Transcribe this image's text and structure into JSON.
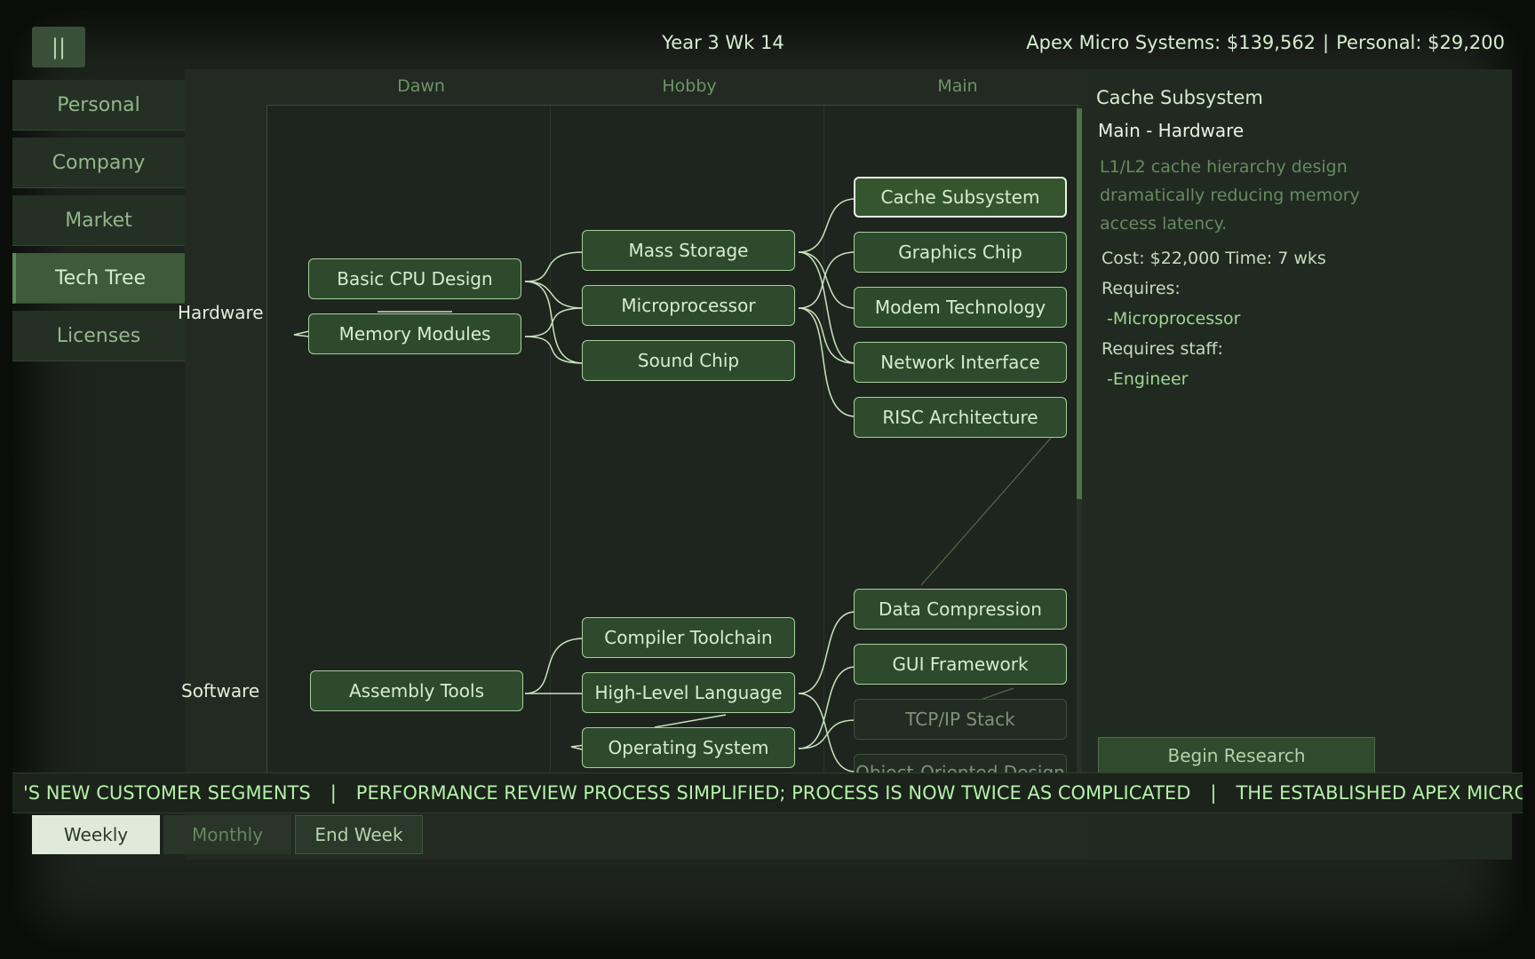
{
  "header": {
    "pause_label": "||",
    "date": "Year 3  Wk 14",
    "company_funds": "Apex Micro Systems: $139,562",
    "separator": "|",
    "personal_funds": "Personal: $29,200"
  },
  "nav": {
    "items": [
      {
        "label": "Personal",
        "active": false
      },
      {
        "label": "Company",
        "active": false
      },
      {
        "label": "Market",
        "active": false
      },
      {
        "label": "Tech Tree",
        "active": true
      },
      {
        "label": "Licenses",
        "active": false
      }
    ]
  },
  "tree": {
    "columns": [
      "Dawn",
      "Hobby",
      "Main"
    ],
    "rows": [
      "Hardware",
      "Software"
    ],
    "hardware": {
      "dawn": [
        "Basic CPU Design",
        "Memory Modules"
      ],
      "hobby": [
        "Mass Storage",
        "Microprocessor",
        "Sound Chip"
      ],
      "main": [
        "Cache Subsystem",
        "Graphics Chip",
        "Modem Technology",
        "Network Interface",
        "RISC Architecture"
      ]
    },
    "software": {
      "dawn": [
        "Assembly Tools"
      ],
      "hobby": [
        "Compiler Toolchain",
        "High-Level Language",
        "Operating System"
      ],
      "main": [
        "Data Compression",
        "GUI Framework",
        "TCP/IP Stack",
        "Object-Oriented Design"
      ]
    },
    "selected": "Cache Subsystem",
    "locked": [
      "TCP/IP Stack",
      "Object-Oriented Design"
    ]
  },
  "detail": {
    "title": "Cache Subsystem",
    "category": "Main - Hardware",
    "description": "L1/L2 cache hierarchy design dramatically reducing memory access latency.",
    "cost_time": "Cost: $22,000   Time: 7 wks",
    "requires_label": "Requires:",
    "requires": [
      "-Microprocessor"
    ],
    "requires_staff_label": "Requires staff:",
    "requires_staff": [
      "-Engineer"
    ],
    "begin_label": "Begin Research"
  },
  "ticker": {
    "items": [
      "'S NEW CUSTOMER SEGMENTS",
      "PERFORMANCE REVIEW PROCESS SIMPLIFIED; PROCESS IS NOW TWICE AS COMPLICATED",
      "THE ESTABLISHED APEX MICRO SYS"
    ],
    "separator": "|"
  },
  "controls": {
    "weekly": "Weekly",
    "monthly": "Monthly",
    "end_week": "End Week"
  }
}
